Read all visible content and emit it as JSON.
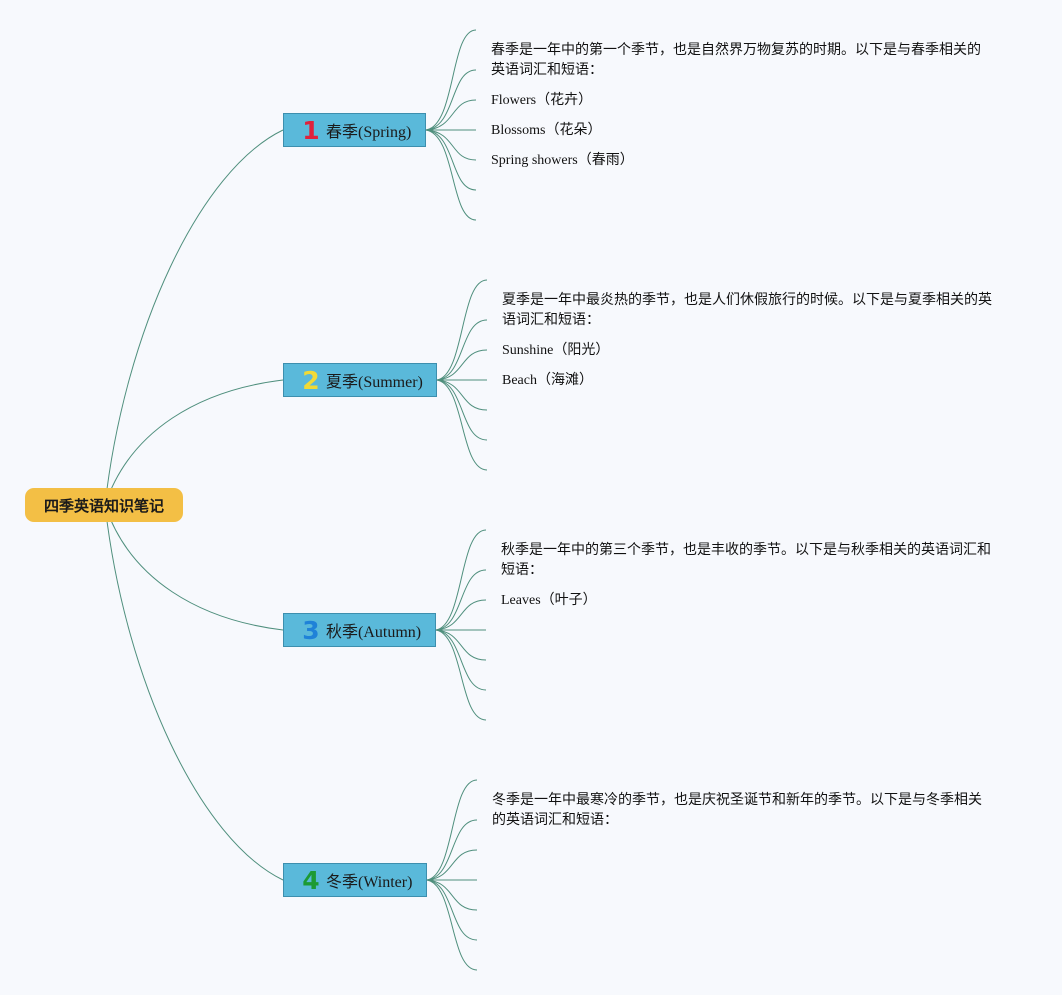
{
  "central": {
    "title": "四季英语知识笔记"
  },
  "branches": [
    {
      "number": "1",
      "number_color": "#e0213b",
      "label": "春季(Spring)",
      "desc": "春季是一年中的第一个季节，也是自然界万物复苏的时期。以下是与春季相关的英语词汇和短语：",
      "items": [
        "Flowers（花卉）",
        "Blossoms（花朵）",
        "Spring showers（春雨）"
      ]
    },
    {
      "number": "2",
      "number_color": "#f1da36",
      "label": "夏季(Summer)",
      "desc": "夏季是一年中最炎热的季节，也是人们休假旅行的时候。以下是与夏季相关的英语词汇和短语：",
      "items": [
        "Sunshine（阳光）",
        "Beach（海滩）"
      ]
    },
    {
      "number": "3",
      "number_color": "#1f82d8",
      "label": "秋季(Autumn)",
      "desc": "秋季是一年中的第三个季节，也是丰收的季节。以下是与秋季相关的英语词汇和短语：",
      "items": [
        "Leaves（叶子）"
      ]
    },
    {
      "number": "4",
      "number_color": "#1d9a34",
      "label": "冬季(Winter)",
      "desc": "冬季是一年中最寒冷的季节，也是庆祝圣诞节和新年的季节。以下是与冬季相关的英语词汇和短语：",
      "items": []
    }
  ],
  "colors": {
    "line": "#4f8f7d",
    "branch_fill": "#5ab9da",
    "central_fill": "#f3bf45"
  }
}
